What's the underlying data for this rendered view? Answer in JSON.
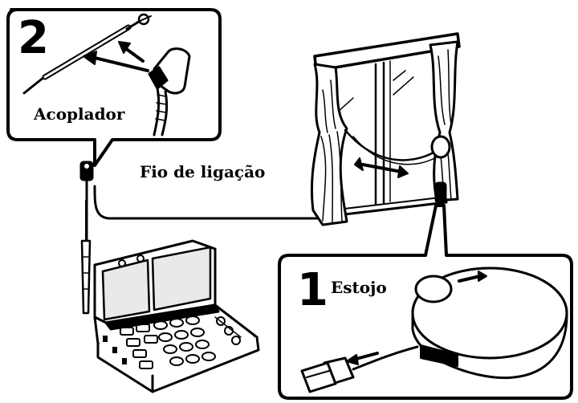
{
  "callout_top": {
    "step_number": "2",
    "label": "Acoplador"
  },
  "cable": {
    "label": "Fio de ligação"
  },
  "callout_bottom": {
    "step_number": "1",
    "label": "Estojo"
  },
  "colors": {
    "ink": "#000000",
    "paper": "#ffffff",
    "screen": "#e9e9e9"
  }
}
